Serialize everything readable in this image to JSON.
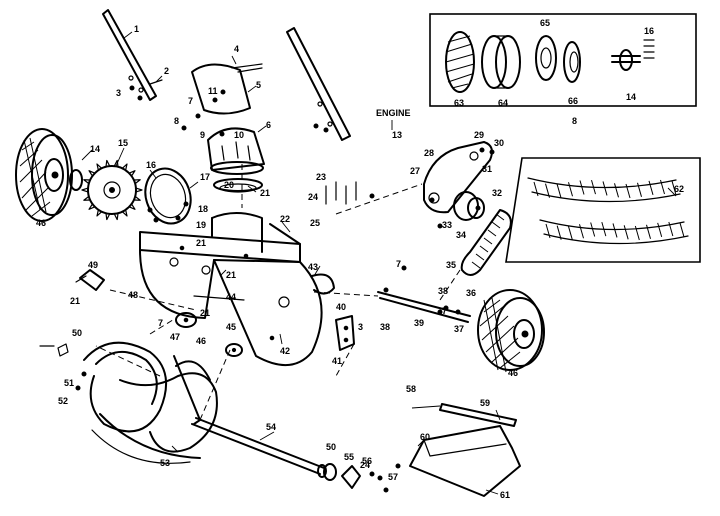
{
  "engine_label": "ENGINE",
  "labels": [
    "1",
    "2",
    "3",
    "4",
    "5",
    "6",
    "7",
    "8",
    "9",
    "10",
    "11",
    "13",
    "14",
    "15",
    "16",
    "17",
    "18",
    "19",
    "20",
    "21",
    "22",
    "23",
    "24",
    "25",
    "27",
    "28",
    "29",
    "30",
    "31",
    "32",
    "33",
    "34",
    "35",
    "36",
    "37",
    "38",
    "39",
    "40",
    "41",
    "42",
    "43",
    "44",
    "45",
    "46",
    "47",
    "48",
    "49",
    "50",
    "51",
    "52",
    "53",
    "54",
    "55",
    "56",
    "57",
    "58",
    "59",
    "60",
    "61",
    "62",
    "63",
    "64",
    "65",
    "66"
  ],
  "colors": {
    "ink": "#000000",
    "paper": "#ffffff"
  }
}
